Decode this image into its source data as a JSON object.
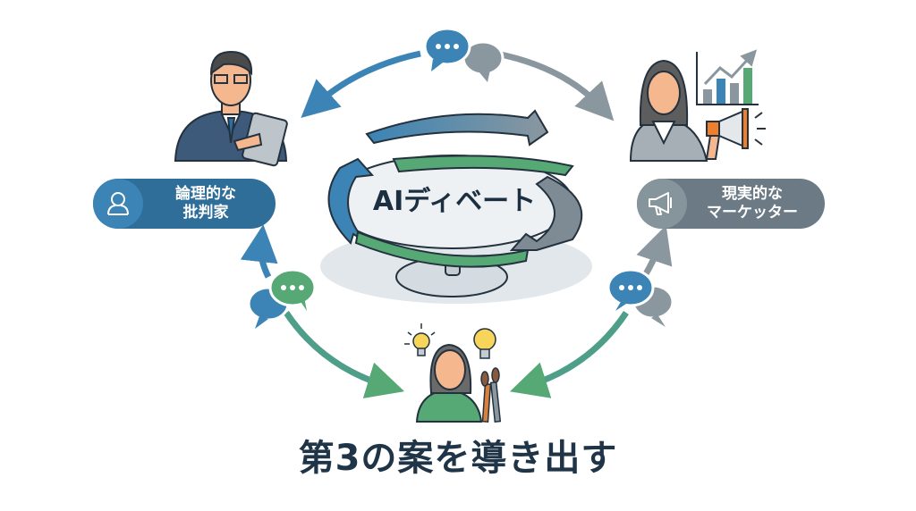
{
  "center": {
    "label": "AIディベート"
  },
  "roles": [
    {
      "id": "critic",
      "label_line1": "論理的な",
      "label_line2": "批判家",
      "icon": "person-outline-icon",
      "color": "#2f6e98"
    },
    {
      "id": "marketer",
      "label_line1": "現実的な",
      "label_line2": "マーケッター",
      "icon": "megaphone-icon",
      "color": "#6b7a84"
    },
    {
      "id": "creator",
      "icon": "lightbulb-paintbrush-icon",
      "color": "#4e9e6e"
    }
  ],
  "title": "第3の案を導き出す",
  "colors": {
    "blue": "#3b84b5",
    "green": "#56a874",
    "gray": "#7e8b94",
    "dark_text": "#1f3447"
  }
}
